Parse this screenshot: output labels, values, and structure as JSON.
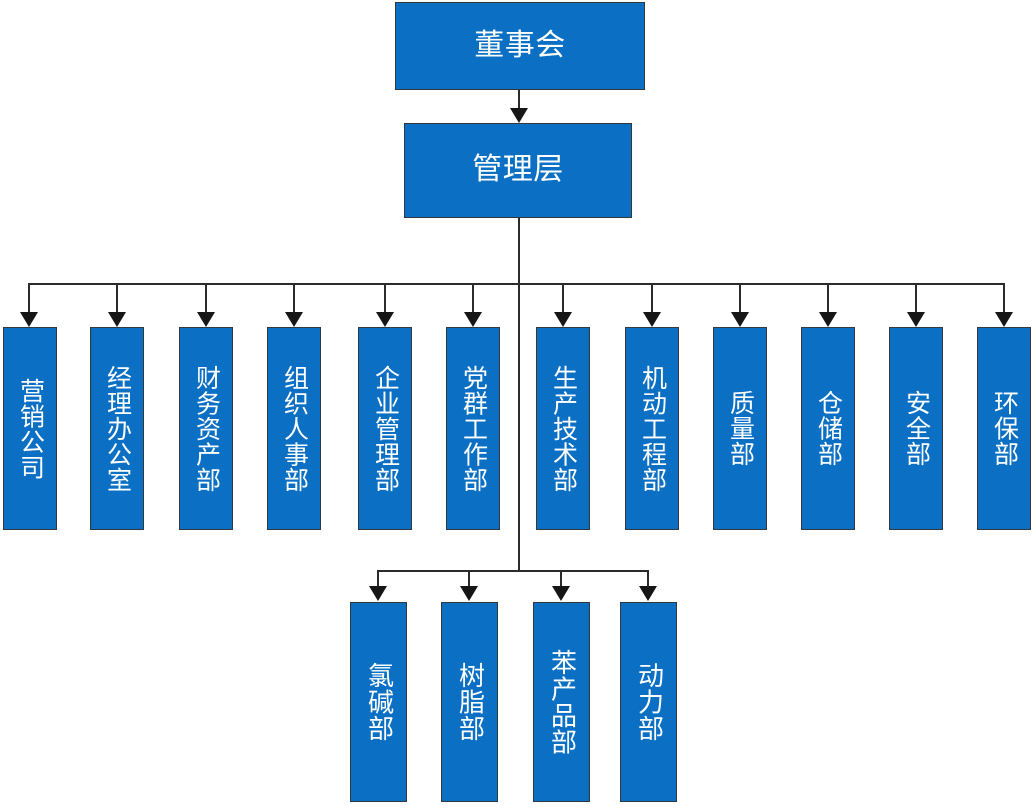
{
  "chart": {
    "type": "org-chart",
    "title": "",
    "orientation": "top-down",
    "box_color": "#0B70C4",
    "box_border_color": "#31393f",
    "text_color": "#ffffff",
    "connector_color": "#2b2b2b",
    "levels": [
      {
        "level": 1,
        "nodes": [
          {
            "id": "board",
            "label": "董事会"
          }
        ]
      },
      {
        "level": 2,
        "nodes": [
          {
            "id": "management",
            "label": "管理层"
          }
        ]
      },
      {
        "level": 3,
        "nodes": [
          {
            "id": "dept-1",
            "label": "营销公司"
          },
          {
            "id": "dept-2",
            "label": "经理办公室"
          },
          {
            "id": "dept-3",
            "label": "财务资产部"
          },
          {
            "id": "dept-4",
            "label": "组织人事部"
          },
          {
            "id": "dept-5",
            "label": "企业管理部"
          },
          {
            "id": "dept-6",
            "label": "党群工作部"
          },
          {
            "id": "dept-7",
            "label": "生产技术部"
          },
          {
            "id": "dept-8",
            "label": "机动工程部"
          },
          {
            "id": "dept-9",
            "label": "质量部"
          },
          {
            "id": "dept-10",
            "label": "仓储部"
          },
          {
            "id": "dept-11",
            "label": "安全部"
          },
          {
            "id": "dept-12",
            "label": "环保部"
          }
        ]
      },
      {
        "level": 4,
        "nodes": [
          {
            "id": "sub-1",
            "label": "氯碱部"
          },
          {
            "id": "sub-2",
            "label": "树脂部"
          },
          {
            "id": "sub-3",
            "label": "苯产品部"
          },
          {
            "id": "sub-4",
            "label": "动力部"
          }
        ]
      }
    ],
    "edges": [
      {
        "from": "board",
        "to": "management"
      },
      {
        "from": "management",
        "to": "dept-1"
      },
      {
        "from": "management",
        "to": "dept-2"
      },
      {
        "from": "management",
        "to": "dept-3"
      },
      {
        "from": "management",
        "to": "dept-4"
      },
      {
        "from": "management",
        "to": "dept-5"
      },
      {
        "from": "management",
        "to": "dept-6"
      },
      {
        "from": "management",
        "to": "dept-7"
      },
      {
        "from": "management",
        "to": "dept-8"
      },
      {
        "from": "management",
        "to": "dept-9"
      },
      {
        "from": "management",
        "to": "dept-10"
      },
      {
        "from": "management",
        "to": "dept-11"
      },
      {
        "from": "management",
        "to": "dept-12"
      },
      {
        "from": "management",
        "to": "sub-1"
      },
      {
        "from": "management",
        "to": "sub-2"
      },
      {
        "from": "management",
        "to": "sub-3"
      },
      {
        "from": "management",
        "to": "sub-4"
      }
    ]
  }
}
